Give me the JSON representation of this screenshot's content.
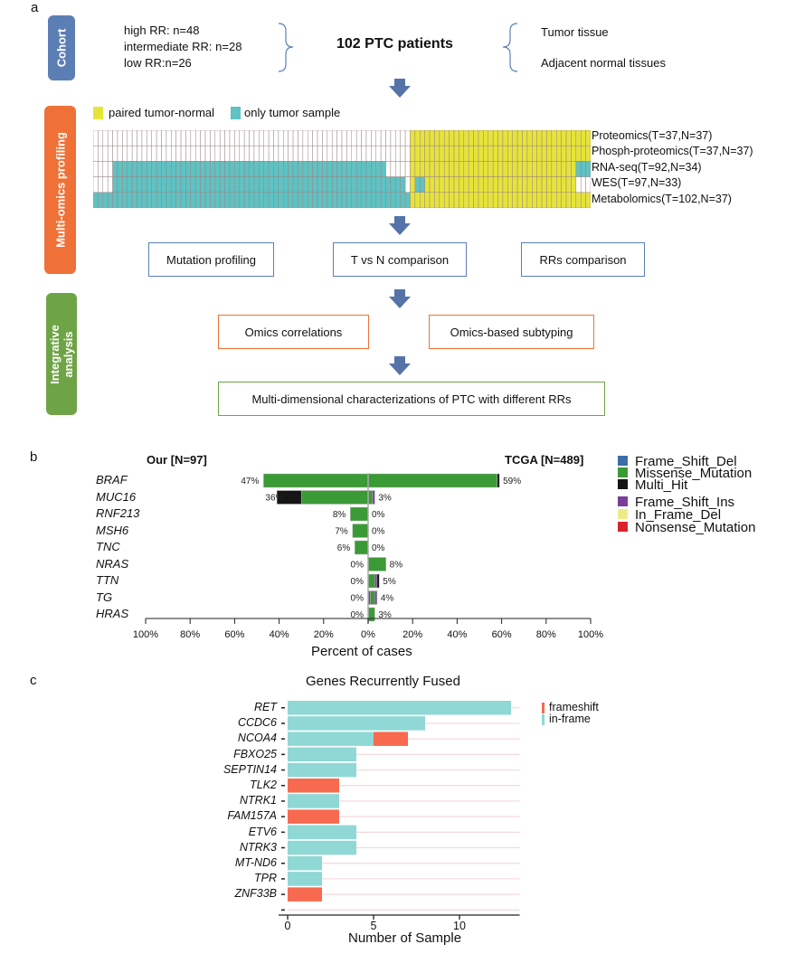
{
  "panel_a": {
    "label": "a",
    "cohort_box": "Cohort",
    "multiomics_box": "Multi-omics profiling",
    "integrative_box": "Integrative analysis",
    "cohort_lines": [
      "high RR: n=48",
      "intermediate RR: n=28",
      "low RR:n=26"
    ],
    "patients": "102 PTC patients",
    "tissue_lines": [
      "Tumor tissue",
      "Adjacent normal tissues"
    ],
    "legend": {
      "paired": "paired tumor-normal",
      "only_tumor": "only tumor sample"
    },
    "tracks": [
      "Proteomics(T=37,N=37)",
      "Phosph-proteomics(T=37,N=37)",
      "RNA-seq(T=92,N=34)",
      "WES(T=97,N=33)",
      "Metabolomics(T=102,N=37)"
    ],
    "boxes_row1": [
      "Mutation profiling",
      "T vs N comparison",
      "RRs comparison"
    ],
    "boxes_row2": [
      "Omics correlations",
      "Omics-based subtyping"
    ],
    "final_box": "Multi-dimensional characterizations of PTC with different RRs",
    "colors": {
      "cohort": "#5b7fb5",
      "multiomics": "#f07137",
      "integrative": "#6ea446",
      "paired": "#e6e43a",
      "only_tumor": "#5fc2c3",
      "empty": "#ffffff",
      "arrow": "#5573a8"
    }
  },
  "panel_b": {
    "label": "b",
    "left_title": "Our [N=97]",
    "right_title": "TCGA [N=489]",
    "xlabel": "Percent of cases",
    "ticks": [
      "100%",
      "80%",
      "60%",
      "40%",
      "20%",
      "0%",
      "20%",
      "40%",
      "60%",
      "80%",
      "100%"
    ],
    "genes": [
      "BRAF",
      "MUC16",
      "RNF213",
      "MSH6",
      "TNC",
      "NRAS",
      "TTN",
      "TG",
      "HRAS"
    ],
    "left_pct": [
      "47%",
      "36%",
      "8%",
      "7%",
      "6%",
      "0%",
      "0%",
      "0%",
      "0%"
    ],
    "right_pct": [
      "59%",
      "3%",
      "0%",
      "0%",
      "0%",
      "8%",
      "5%",
      "4%",
      "3%"
    ],
    "legend": [
      "Frame_Shift_Del",
      "Missense_Mutation",
      "Multi_Hit",
      "Frame_Shift_Ins",
      "In_Frame_Del",
      "Nonsense_Mutation"
    ],
    "legend_colors": [
      "#3b6ea8",
      "#3a9a35",
      "#151515",
      "#7a3d98",
      "#eeec8a",
      "#d7262b"
    ]
  },
  "panel_c": {
    "label": "c",
    "title": "Genes Recurrently Fused",
    "xlabel": "Number of Sample",
    "legend": [
      "frameshift",
      "in-frame"
    ],
    "colors": {
      "frameshift": "#f86a4f",
      "inframe": "#8fd8d5"
    }
  },
  "chart_data": [
    {
      "type": "bar",
      "orientation": "horizontal-diverging",
      "title": "",
      "categories": [
        "BRAF",
        "MUC16",
        "RNF213",
        "MSH6",
        "TNC",
        "NRAS",
        "TTN",
        "TG",
        "HRAS"
      ],
      "xlabel": "Percent of cases",
      "series": [
        {
          "name": "Our [N=97]",
          "values": [
            47,
            36,
            8,
            7,
            6,
            0,
            0,
            0,
            0
          ]
        },
        {
          "name": "TCGA [N=489]",
          "values": [
            59,
            3,
            0,
            0,
            0,
            8,
            5,
            4,
            3
          ]
        }
      ],
      "segments_left": [
        [
          {
            "type": "Missense_Mutation",
            "value": 47
          }
        ],
        [
          {
            "type": "Missense_Mutation",
            "value": 30
          },
          {
            "type": "Multi_Hit",
            "value": 11
          }
        ],
        [
          {
            "type": "Missense_Mutation",
            "value": 8
          }
        ],
        [
          {
            "type": "Missense_Mutation",
            "value": 7
          }
        ],
        [
          {
            "type": "Missense_Mutation",
            "value": 6
          }
        ],
        [],
        [],
        [],
        []
      ],
      "segments_right": [
        [
          {
            "type": "Missense_Mutation",
            "value": 58
          },
          {
            "type": "Multi_Hit",
            "value": 1
          }
        ],
        [
          {
            "type": "Missense_Mutation",
            "value": 2
          },
          {
            "type": "Frame_Shift_Ins",
            "value": 1
          }
        ],
        [],
        [],
        [],
        [
          {
            "type": "Missense_Mutation",
            "value": 8
          }
        ],
        [
          {
            "type": "Missense_Mutation",
            "value": 3
          },
          {
            "type": "Frame_Shift_Ins",
            "value": 1
          },
          {
            "type": "Multi_Hit",
            "value": 1
          }
        ],
        [
          {
            "type": "Frame_Shift_Ins",
            "value": 1
          },
          {
            "type": "Missense_Mutation",
            "value": 2
          },
          {
            "type": "Frame_Shift_Ins",
            "value": 1
          }
        ],
        [
          {
            "type": "Missense_Mutation",
            "value": 3
          }
        ]
      ],
      "xlim": [
        -100,
        100
      ],
      "legend": "right"
    },
    {
      "type": "bar",
      "orientation": "horizontal-stacked",
      "title": "Genes Recurrently Fused",
      "categories": [
        "RET",
        "CCDC6",
        "NCOA4",
        "FBXO25",
        "SEPTIN14",
        "TLK2",
        "NTRK1",
        "FAM157A",
        "ETV6",
        "NTRK3",
        "MT-ND6",
        "TPR",
        "ZNF33B",
        ""
      ],
      "series": [
        {
          "name": "in-frame",
          "values": [
            13,
            8,
            5,
            4,
            4,
            0,
            3,
            0,
            4,
            4,
            2,
            2,
            0,
            0
          ]
        },
        {
          "name": "frameshift",
          "values": [
            0,
            0,
            2,
            0,
            0,
            3,
            0,
            3,
            0,
            0,
            0,
            0,
            2,
            0
          ]
        }
      ],
      "xlabel": "Number of Sample",
      "xticks": [
        0,
        5,
        10
      ],
      "xlim": [
        0,
        13.5
      ],
      "legend": "top-right"
    }
  ]
}
